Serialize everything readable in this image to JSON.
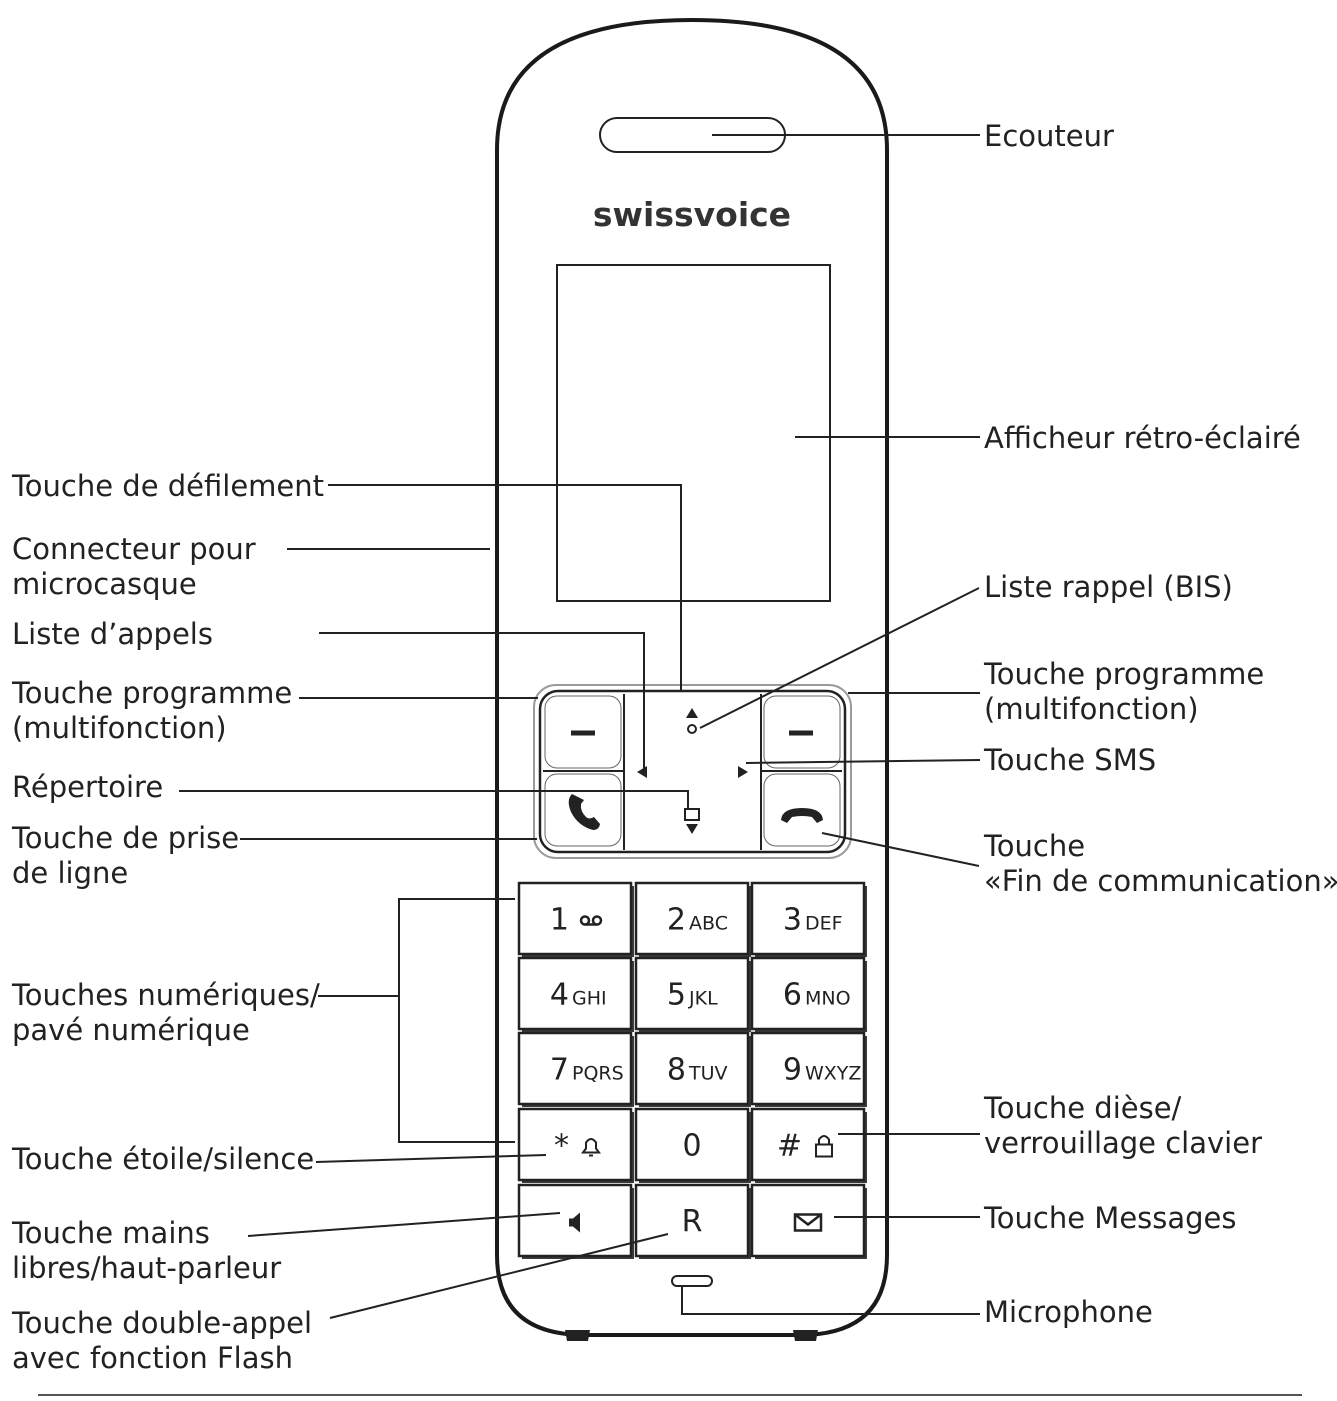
{
  "brand": "swissvoice",
  "labels": {
    "earpiece": "Ecouteur",
    "display": "Afficheur rétro-éclairé",
    "scroll_key": "Touche de défilement",
    "headset_connector": [
      "Connecteur pour",
      "microcasque"
    ],
    "call_list": "Liste d’appels",
    "redial_list": "Liste rappel (BIS)",
    "softkey_left": [
      "Touche programme",
      "(multifonction)"
    ],
    "softkey_right": [
      "Touche programme",
      "(multifonction)"
    ],
    "sms_key": "Touche SMS",
    "phonebook": "Répertoire",
    "talk_key": [
      "Touche de prise",
      "de ligne"
    ],
    "end_key": [
      "Touche",
      "«Fin de communication»"
    ],
    "numeric_keys": [
      "Touches numériques/",
      "pavé numérique"
    ],
    "star_key": "Touche étoile/silence",
    "hash_key": [
      "Touche dièse/",
      "verrouillage clavier"
    ],
    "handsfree_key": [
      "Touche mains",
      "libres/haut-parleur"
    ],
    "messages_key": "Touche Messages",
    "recall_key": [
      "Touche double-appel",
      "avec fonction Flash"
    ],
    "microphone": "Microphone"
  },
  "keypad": [
    [
      {
        "num": "1",
        "letters": "",
        "icon": "voicemail-icon"
      },
      {
        "num": "2",
        "letters": "ABC"
      },
      {
        "num": "3",
        "letters": "DEF"
      }
    ],
    [
      {
        "num": "4",
        "letters": "GHI"
      },
      {
        "num": "5",
        "letters": "JKL"
      },
      {
        "num": "6",
        "letters": "MNO"
      }
    ],
    [
      {
        "num": "7",
        "letters": "PQRS"
      },
      {
        "num": "8",
        "letters": "TUV"
      },
      {
        "num": "9",
        "letters": "WXYZ"
      }
    ],
    [
      {
        "num": "*",
        "letters": "",
        "icon": "bell-icon"
      },
      {
        "num": "0",
        "letters": ""
      },
      {
        "num": "#",
        "letters": "",
        "icon": "lock-icon"
      }
    ],
    [
      {
        "num": "",
        "letters": "",
        "icon": "speaker-icon"
      },
      {
        "num": "R",
        "letters": ""
      },
      {
        "num": "",
        "letters": "",
        "icon": "envelope-icon"
      }
    ]
  ],
  "nav_keys": {
    "softkey_symbol": "–"
  }
}
